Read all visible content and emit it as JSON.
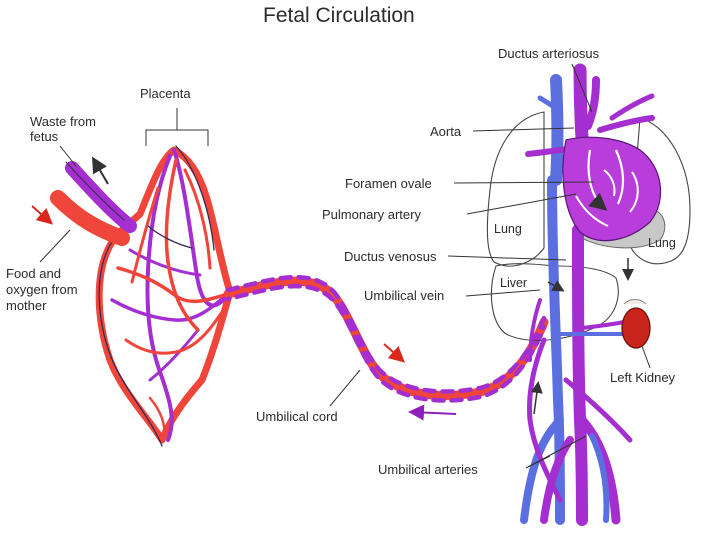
{
  "title": "Fetal Circulation",
  "labels": {
    "placenta": "Placenta",
    "waste_line1": "Waste from",
    "waste_line2": "fetus",
    "food_line1": "Food and",
    "food_line2": "oxygen from",
    "food_line3": "mother",
    "ductus_arteriosus": "Ductus arteriosus",
    "aorta": "Aorta",
    "foramen_ovale": "Foramen ovale",
    "pulmonary_artery": "Pulmonary artery",
    "lung_left": "Lung",
    "lung_right": "Lung",
    "ductus_venosus": "Ductus venosus",
    "liver": "Liver",
    "umbilical_vein": "Umbilical vein",
    "left_kidney": "Left Kidney",
    "umbilical_cord": "Umbilical cord",
    "umbilical_arteries": "Umbilical arteries"
  },
  "colors": {
    "oxygenated": "#f0453b",
    "mixed": "#a42ed0",
    "deoxygenated": "#5b6fe0",
    "kidney": "#c8241c"
  }
}
